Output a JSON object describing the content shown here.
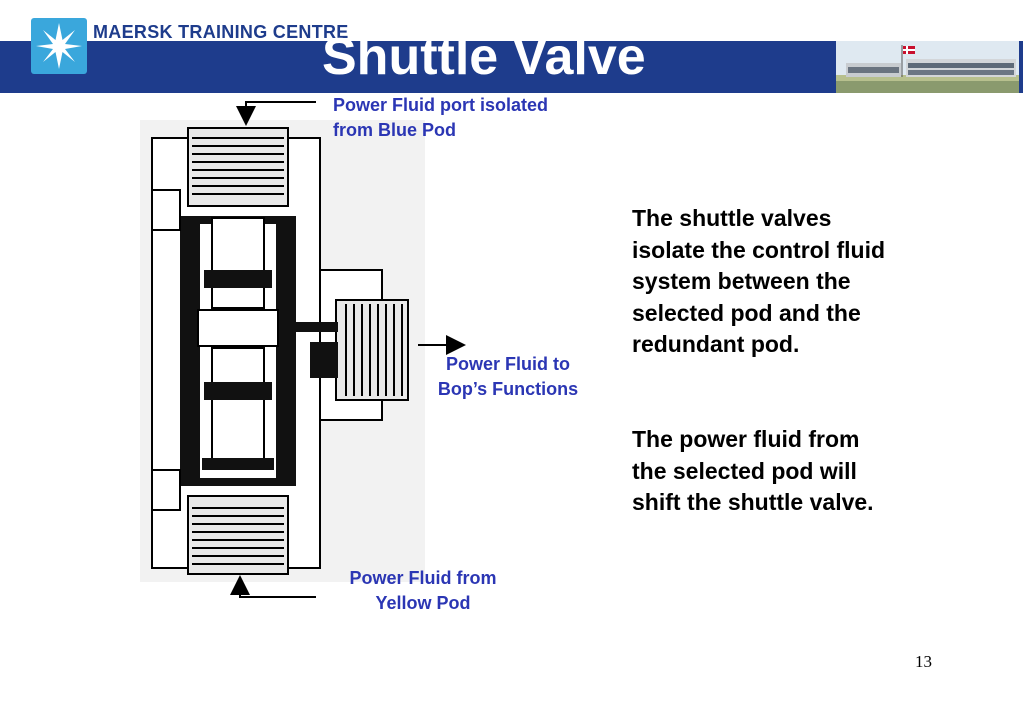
{
  "header": {
    "brand": "MAERSK TRAINING CENTRE",
    "title": "Shuttle Valve"
  },
  "callouts": {
    "top_line1": "Power Fluid port isolated",
    "top_line2": "from Blue Pod",
    "side_line1": "Power Fluid to",
    "side_line2": "Bop’s Functions",
    "bottom_line1": "Power Fluid from",
    "bottom_line2": "Yellow Pod"
  },
  "body": {
    "paragraph1": [
      "The shuttle valves",
      "isolate the control fluid",
      "system between the",
      "selected pod and the",
      "redundant pod."
    ],
    "paragraph2": [
      "The power fluid from",
      "the selected pod will",
      "shift the shuttle valve."
    ]
  },
  "footer": {
    "page_number": "13"
  },
  "colors": {
    "header_blue": "#1e3c8c",
    "logo_blue": "#3aa7dc",
    "callout_blue": "#2b36b4"
  },
  "icons": {
    "logo": "seven-pointed-star-icon"
  }
}
